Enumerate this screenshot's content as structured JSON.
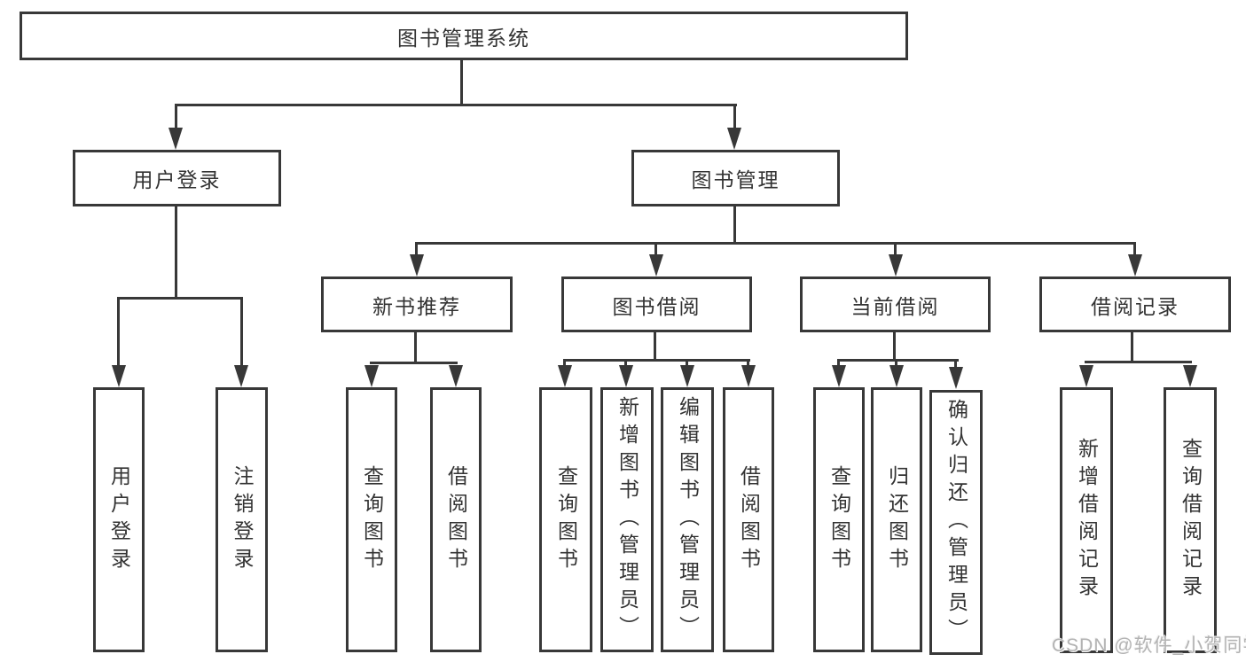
{
  "root": {
    "label": "图书管理系统"
  },
  "level2": [
    {
      "label": "用户登录"
    },
    {
      "label": "图书管理"
    }
  ],
  "level3": [
    {
      "label": "新书推荐"
    },
    {
      "label": "图书借阅"
    },
    {
      "label": "当前借阅"
    },
    {
      "label": "借阅记录"
    }
  ],
  "leaves": [
    {
      "label": "用户登录"
    },
    {
      "label": "注销登录"
    },
    {
      "label": "查询图书"
    },
    {
      "label": "借阅图书"
    },
    {
      "label": "查询图书"
    },
    {
      "label": "新增图书（管理员）"
    },
    {
      "label": "编辑图书（管理员）"
    },
    {
      "label": "借阅图书"
    },
    {
      "label": "查询图书"
    },
    {
      "label": "归还图书"
    },
    {
      "label": "确认归还（管理员）"
    },
    {
      "label": "新增借阅记录"
    },
    {
      "label": "查询借阅记录"
    }
  ],
  "watermark": {
    "text": "CSDN @软件_小贺同学"
  },
  "colors": {
    "line": "#383838",
    "text": "#333333",
    "box_background": "#ffffff",
    "watermark": "#b3b3b3"
  }
}
